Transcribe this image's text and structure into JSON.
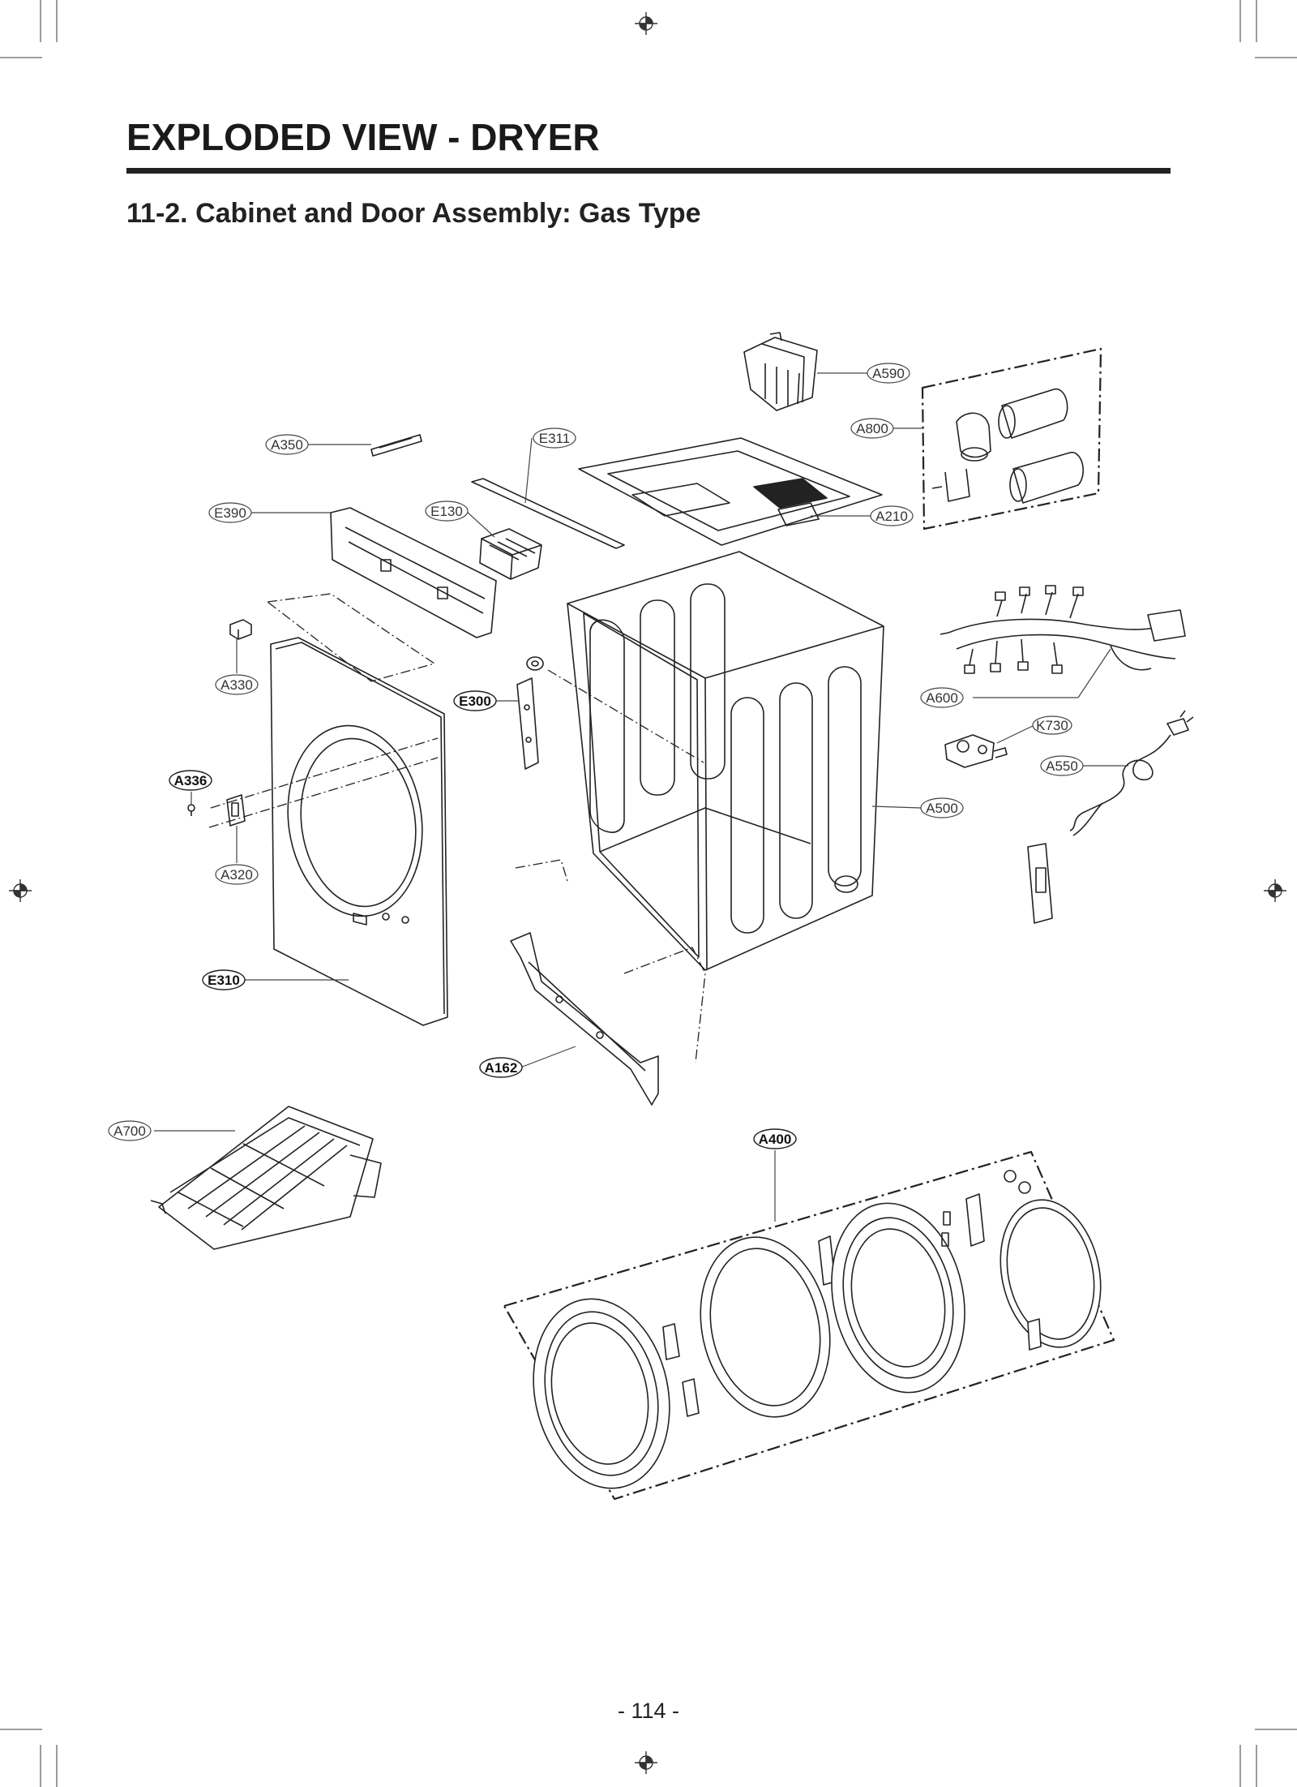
{
  "page": {
    "title": "EXPLODED VIEW - DRYER",
    "subtitle": "11-2. Cabinet and Door Assembly: Gas Type",
    "page_number": "- 114 -"
  },
  "parts": {
    "A590": "A590",
    "A800": "A800",
    "A350": "A350",
    "E311": "E311",
    "A210": "A210",
    "E390": "E390",
    "E130": "E130",
    "A330": "A330",
    "E300": "E300",
    "A600": "A600",
    "K730": "K730",
    "A550": "A550",
    "A336": "A336",
    "A500": "A500",
    "A320": "A320",
    "E310": "E310",
    "A162": "A162",
    "A700": "A700",
    "A400": "A400"
  }
}
